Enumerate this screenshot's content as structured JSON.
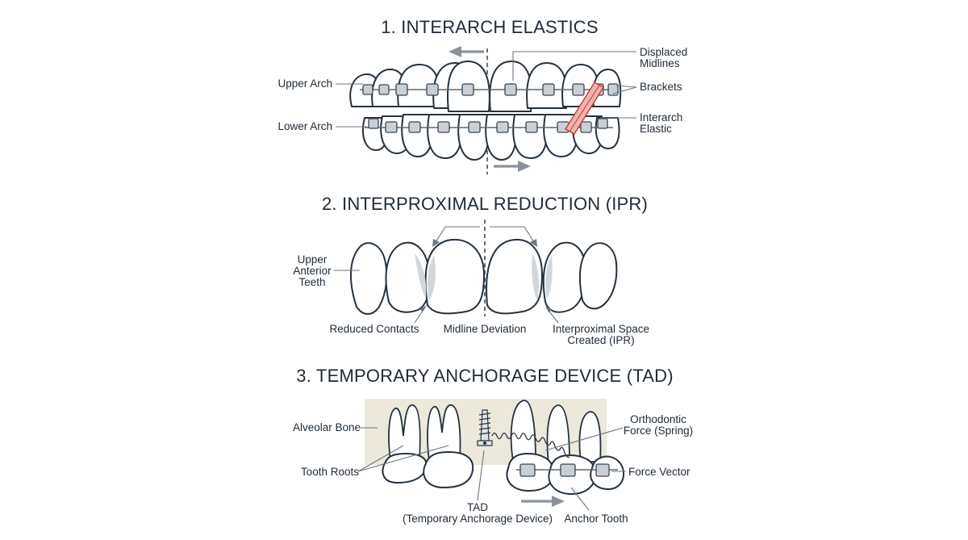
{
  "section1": {
    "title": "1. INTERARCH ELASTICS",
    "labels": {
      "upper_arch": "Upper Arch",
      "lower_arch": "Lower Arch",
      "displaced_midlines_1": "Displaced",
      "displaced_midlines_2": "Midlines",
      "brackets": "Brackets",
      "interarch_elastic_1": "Interarch",
      "interarch_elastic_2": "Elastic"
    }
  },
  "section2": {
    "title": "2. INTERPROXIMAL REDUCTION (IPR)",
    "labels": {
      "upper_anterior_1": "Upper",
      "upper_anterior_2": "Anterior",
      "upper_anterior_3": "Teeth",
      "reduced_contacts": "Reduced Contacts",
      "midline_deviation": "Midline Deviation",
      "ipr_space_1": "Interproximal Space",
      "ipr_space_2": "Created (IPR)"
    }
  },
  "section3": {
    "title": "3. TEMPORARY ANCHORAGE DEVICE (TAD)",
    "labels": {
      "alveolar_bone": "Alveolar Bone",
      "tooth_roots": "Tooth Roots",
      "tad_1": "TAD",
      "tad_2": "(Temporary Anchorage Device)",
      "orthodontic_force_1": "Orthodontic",
      "orthodontic_force_2": "Force (Spring)",
      "force_vector": "Force Vector",
      "anchor_tooth": "Anchor Tooth"
    }
  },
  "colors": {
    "ink": "#1e2a36",
    "bracket": "#c9cfd4",
    "elastic": "#c0392b",
    "bone": "#ece8dc",
    "arrow": "#8a939b"
  }
}
